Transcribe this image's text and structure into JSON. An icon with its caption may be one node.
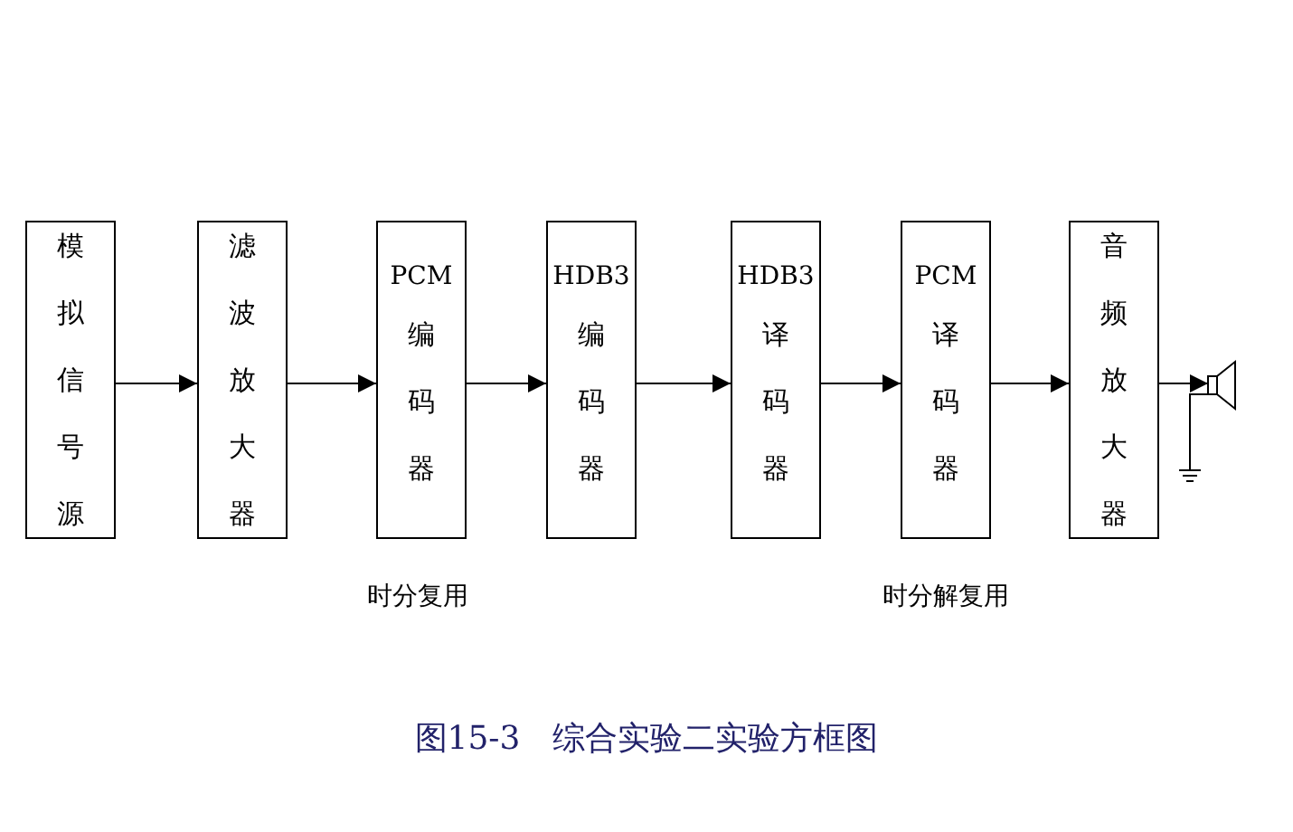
{
  "diagram": {
    "caption": "图15-3　综合实验二实验方框图",
    "nodes": [
      {
        "text": [
          "模拟信号源"
        ]
      },
      {
        "text": [
          "滤波放大器"
        ]
      },
      {
        "text": [
          "PCM",
          "编码器"
        ]
      },
      {
        "text": [
          "HDB3",
          "编码器"
        ]
      },
      {
        "text": [
          "HDB3",
          "译码器"
        ]
      },
      {
        "text": [
          "PCM",
          "译码器"
        ]
      },
      {
        "text": [
          "音频放大器"
        ]
      },
      {
        "text": [],
        "shape": "speaker"
      }
    ],
    "edges": [
      {
        "from": 0,
        "to": 1,
        "arrow": "to"
      },
      {
        "from": 1,
        "to": 2,
        "arrow": "to"
      },
      {
        "from": 2,
        "to": 3,
        "arrow": "to"
      },
      {
        "from": 3,
        "to": 4,
        "arrow": "to"
      },
      {
        "from": 4,
        "to": 5,
        "arrow": "to"
      },
      {
        "from": 5,
        "to": 6,
        "arrow": "to"
      },
      {
        "from": 6,
        "to": 7,
        "arrow": "to"
      }
    ],
    "labels": [
      "时分复用",
      "时分解复用"
    ]
  }
}
